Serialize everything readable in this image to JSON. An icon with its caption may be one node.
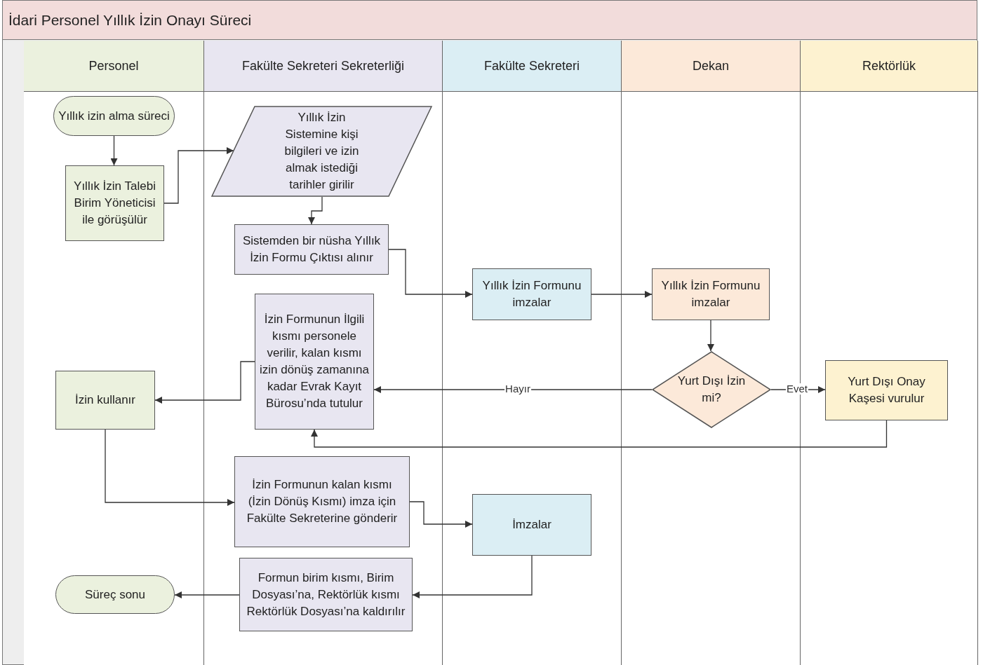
{
  "diagram": {
    "nodes": [
      {
        "text": [
          "İdari Personel Yıllık İzin Onayı Süreci"
        ]
      },
      {
        "text": [
          "Personel"
        ],
        "in": 0
      },
      {
        "text": [
          "Fakülte Sekreteri Sekreterliği"
        ],
        "in": 0
      },
      {
        "text": [
          "Fakülte Sekreteri"
        ],
        "in": 0
      },
      {
        "text": [
          "Dekan"
        ],
        "in": 0
      },
      {
        "text": [
          "Rektörlük"
        ],
        "in": 0
      },
      {
        "text": [
          "Yıllık izin alma süreci"
        ],
        "in": 1
      },
      {
        "text": [
          "Yıllık İzin Talebi Birim Yöneticisi ile görüşülür"
        ],
        "in": 1
      },
      {
        "text": [
          "Yıllık İzin Sistemine kişi bilgileri ve izin almak istediği tarihler girilir"
        ],
        "in": 2
      },
      {
        "text": [
          "Sistemden bir nüsha Yıllık İzin Formu Çıktısı alınır"
        ],
        "in": 2
      },
      {
        "text": [
          "Yıllık İzin Formunu imzalar"
        ],
        "in": 3
      },
      {
        "text": [
          "Yıllık İzin Formunu imzalar"
        ],
        "in": 4
      },
      {
        "text": [
          "Yurt Dışı İzin mi?"
        ],
        "in": 4
      },
      {
        "text": [
          "Yurt Dışı Onay Kaşesi vurulur"
        ],
        "in": 5
      },
      {
        "text": [
          "İzin Formunun İlgili kısmı personele verilir, kalan kısmı izin dönüş zamanına kadar Evrak Kayıt Bürosu’nda tutulur"
        ],
        "in": 2
      },
      {
        "text": [
          "İzin kullanır"
        ],
        "in": 1
      },
      {
        "text": [
          "İzin Formunun kalan kısmı (İzin Dönüş Kısmı) imza için Fakülte Sekreterine gönderir"
        ],
        "in": 2
      },
      {
        "text": [
          "İmzalar"
        ],
        "in": 3
      },
      {
        "text": [
          "Formun birim kısmı, Birim Dosyası’na, Rektörlük kısmı Rektörlük Dosyası’na kaldırılır"
        ],
        "in": 2
      },
      {
        "text": [
          "Süreç sonu"
        ],
        "in": 1
      }
    ],
    "edges": [
      {
        "from": 6,
        "to": 7,
        "arrow": "to"
      },
      {
        "from": 7,
        "to": 8,
        "arrow": "to"
      },
      {
        "from": 8,
        "to": 9,
        "arrow": "to"
      },
      {
        "from": 9,
        "to": 10,
        "arrow": "to"
      },
      {
        "from": 10,
        "to": 11,
        "arrow": "to"
      },
      {
        "from": 11,
        "to": 12,
        "arrow": "to"
      },
      {
        "from": 12,
        "to": 14,
        "arrow": "to",
        "label": "Hayır"
      },
      {
        "from": 12,
        "to": 13,
        "arrow": "to",
        "label": "Evet"
      },
      {
        "from": 13,
        "to": 14,
        "arrow": "to"
      },
      {
        "from": 14,
        "to": 15,
        "arrow": "to"
      },
      {
        "from": 15,
        "to": 16,
        "arrow": "to"
      },
      {
        "from": 16,
        "to": 17,
        "arrow": "to"
      },
      {
        "from": 17,
        "to": 18,
        "arrow": "to"
      },
      {
        "from": 18,
        "to": 19,
        "arrow": "to"
      }
    ]
  }
}
